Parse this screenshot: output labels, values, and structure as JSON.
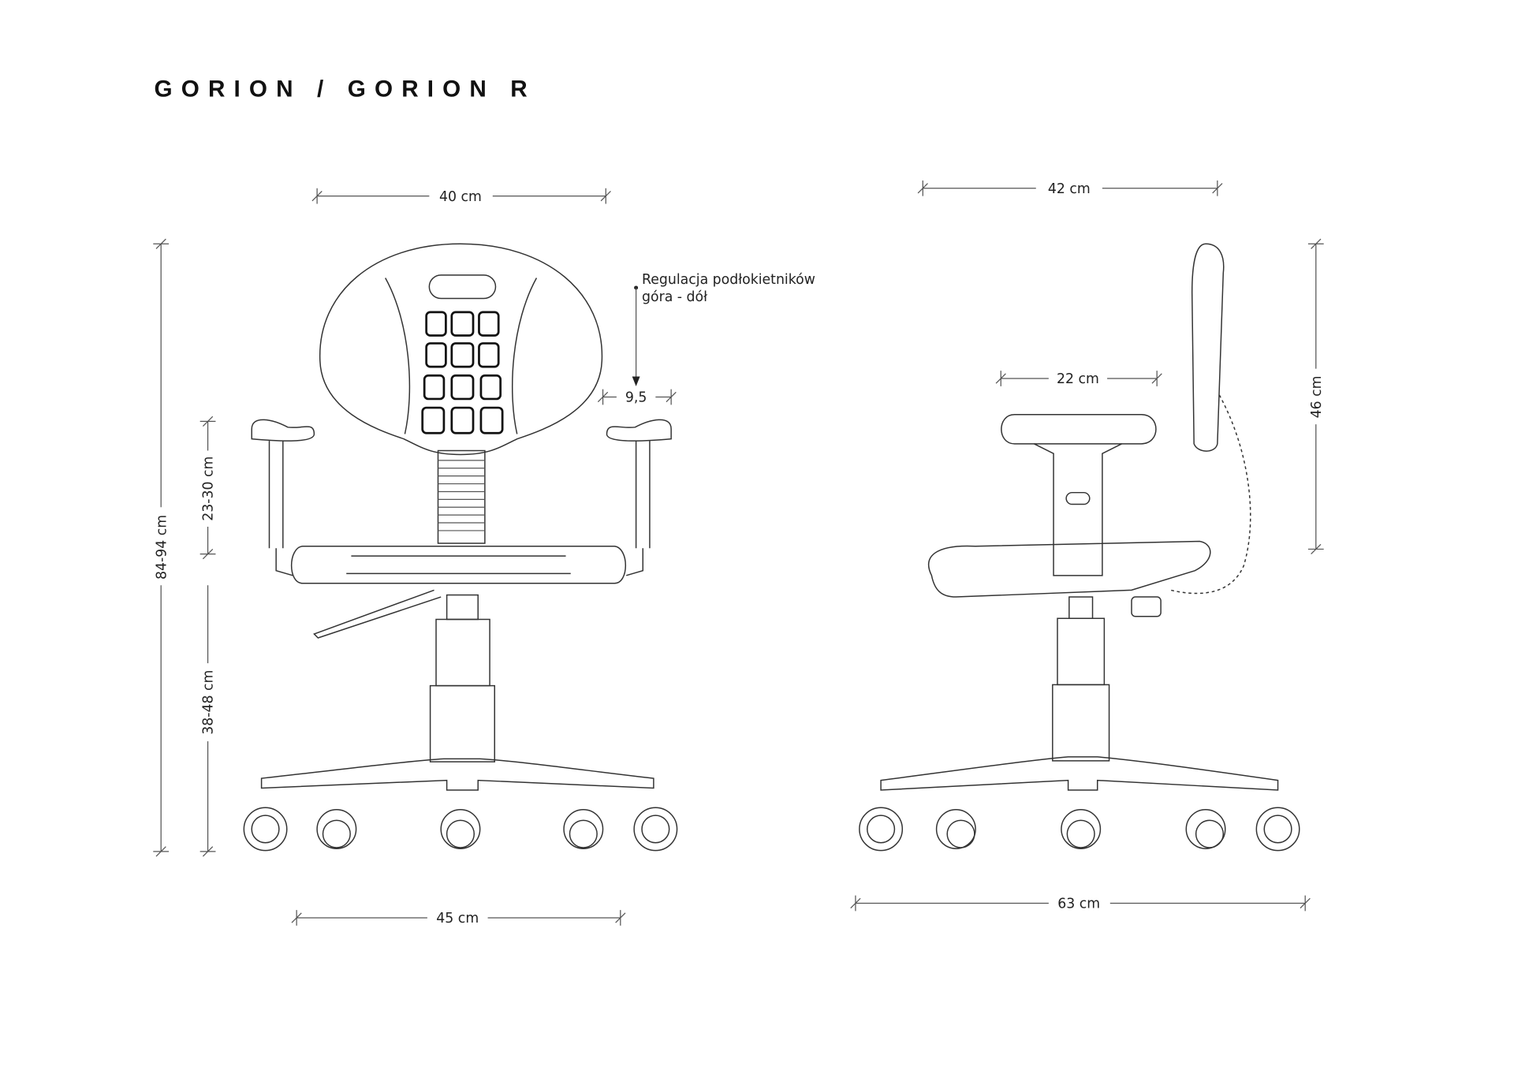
{
  "title": "GORION / GORION R",
  "dimensions": {
    "front_back_width": "40 cm",
    "front_total_height": "84-94 cm",
    "front_armrest_height": "23-30 cm",
    "front_seat_height": "38-48 cm",
    "front_base_width": "45 cm",
    "armrest_adjust": "9,5",
    "side_seat_depth": "42 cm",
    "side_armrest_length": "22 cm",
    "side_back_height": "46 cm",
    "side_base_width": "63 cm"
  },
  "annotation": {
    "line1": "Regulacja podłokietników",
    "line2": "góra - dół"
  }
}
